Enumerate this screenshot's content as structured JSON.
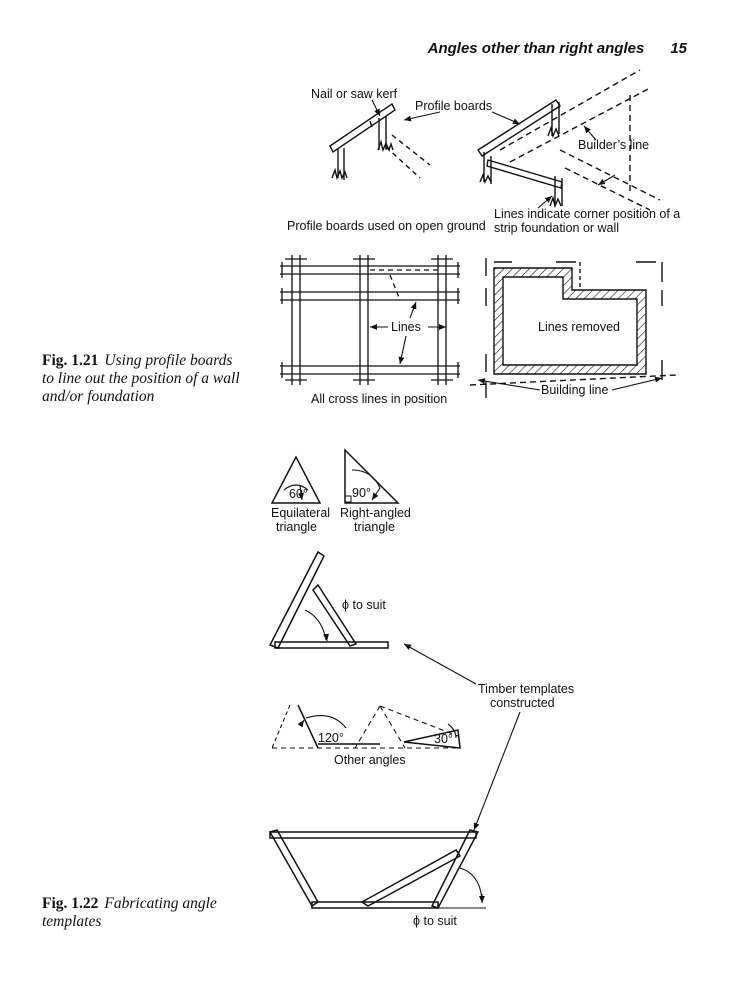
{
  "header": {
    "title": "Angles other than right angles",
    "page_number": "15"
  },
  "fig21": {
    "label": "Fig. 1.21",
    "caption": "Using profile boards to line out the position of a wall and/or foundation",
    "labels": {
      "nail": "Nail or saw kerf",
      "profile_boards": "Profile boards",
      "builders_line": "Builder’s line",
      "open_ground": "Profile boards used on open ground",
      "lines_indicate_1": "Lines indicate corner position of a",
      "lines_indicate_2": "strip foundation or wall",
      "lines": "Lines",
      "lines_removed": "Lines removed",
      "cross_lines": "All cross lines in position",
      "building_line": "Building line"
    }
  },
  "fig22": {
    "label": "Fig. 1.22",
    "caption": "Fabricating angle templates",
    "labels": {
      "deg60": "60°",
      "deg90": "90°",
      "equilateral_1": "Equilateral",
      "equilateral_2": "triangle",
      "right_angled_1": "Right-angled",
      "right_angled_2": "triangle",
      "phi_suit_1": "ϕ to suit",
      "timber_1": "Timber templates",
      "timber_2": "constructed",
      "deg120": "120°",
      "deg30": "30°",
      "other_angles": "Other angles",
      "phi_suit_2": "ϕ to suit"
    }
  }
}
